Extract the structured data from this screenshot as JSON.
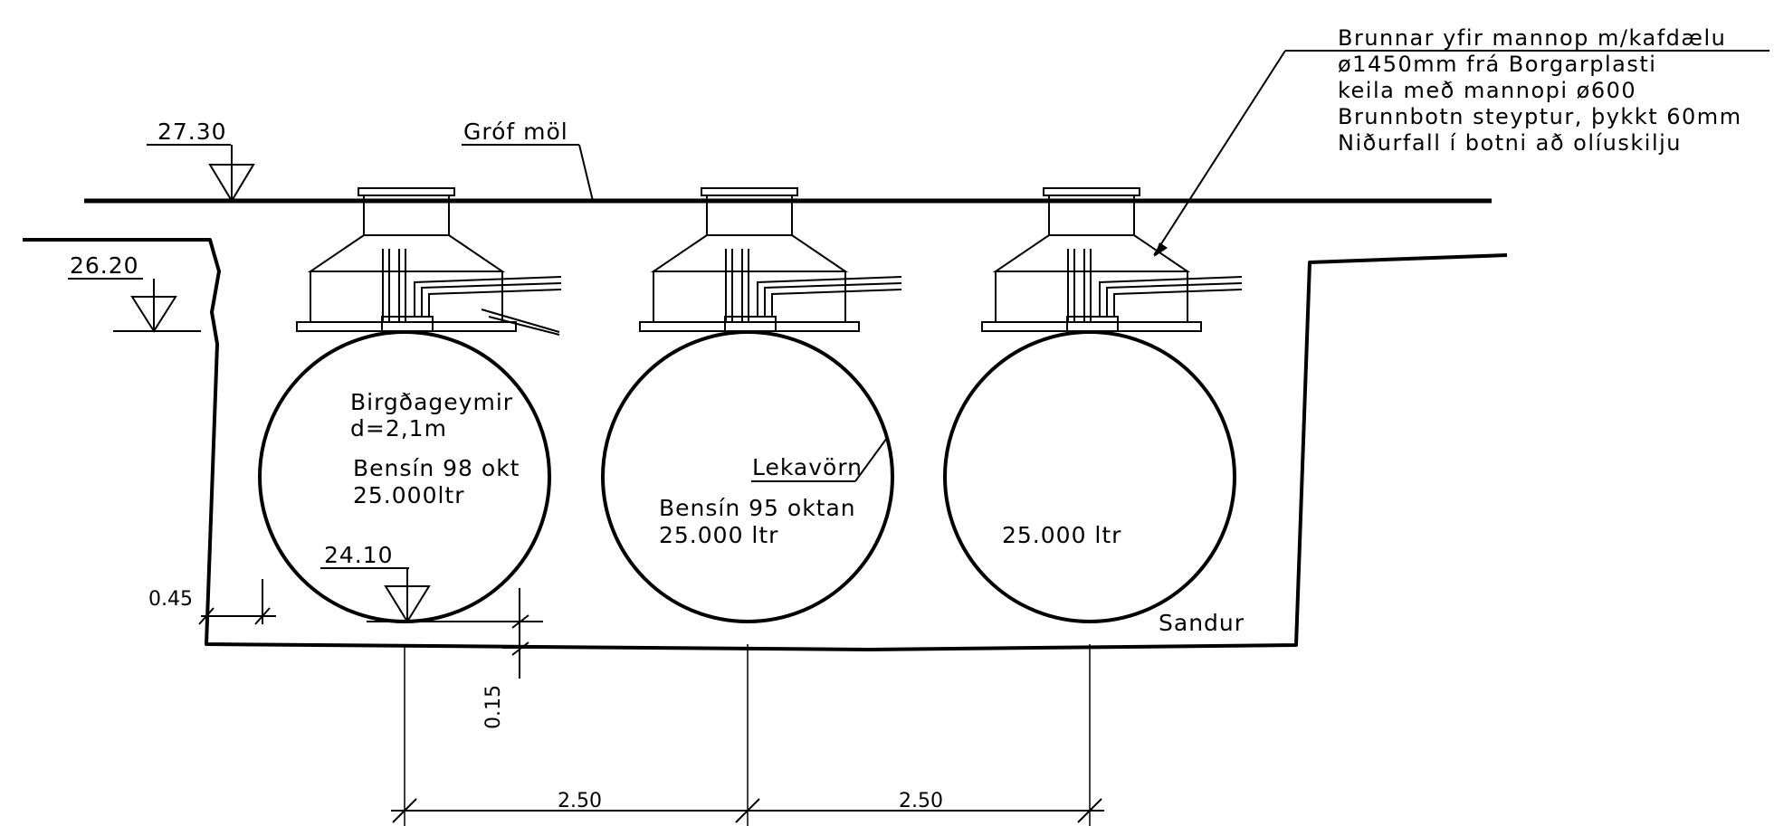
{
  "levels": {
    "ground": "27.30",
    "excavation_top": "26.20",
    "tank_bottom": "24.10"
  },
  "labels": {
    "gravel": "Gróf möl",
    "sand": "Sandur",
    "leak_protection": "Lekavörn"
  },
  "note_lines": [
    "Brunnar yfir mannop m/kafdælu",
    "ø1450mm frá Borgarplasti",
    "keila með mannopi ø600",
    "Brunnbotn steyptur, þykkt 60mm",
    "Niðurfall í botni að olíuskilju"
  ],
  "tanks": [
    {
      "lines": [
        "Birgðageymir",
        "d=2,1m",
        "Bensín 98 okt",
        "25.000ltr"
      ]
    },
    {
      "lines": [
        "Bensín 95 oktan",
        "25.000 ltr"
      ]
    },
    {
      "lines": [
        "25.000 ltr"
      ]
    }
  ],
  "dimensions": {
    "side_clearance": "0.45",
    "bottom_clearance": "0.15",
    "spacing_1": "2.50",
    "spacing_2": "2.50"
  },
  "colors": {
    "line": "#000000",
    "background": "#ffffff"
  }
}
